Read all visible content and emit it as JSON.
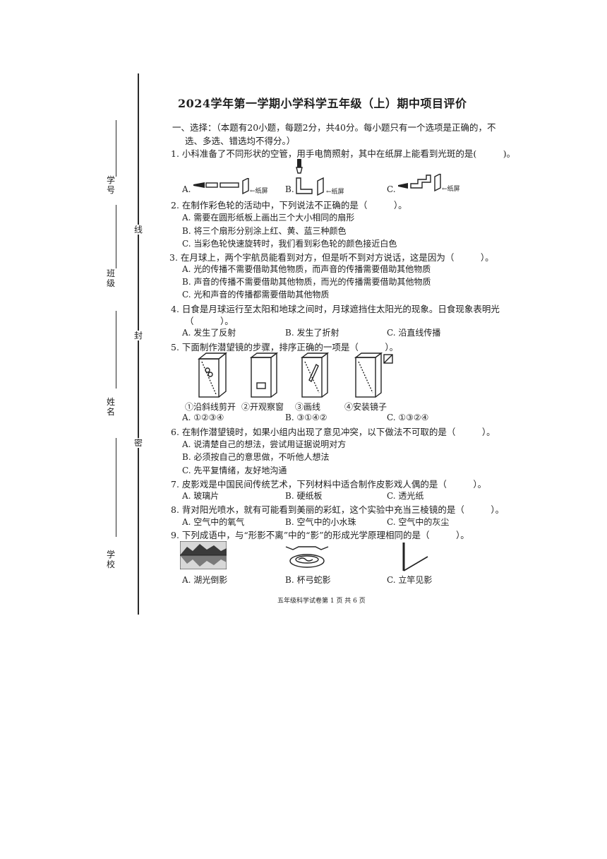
{
  "header": {
    "title": "2024学年第一学期小学科学五年级（上）期中项目评价"
  },
  "binding": {
    "fields": [
      "学号",
      "班级",
      "姓名",
      "学校"
    ],
    "seal_marks": [
      "线",
      "封",
      "密"
    ]
  },
  "section": {
    "line1": "一、选择：（本题有20小题，每题2分，共40分。每小题只有一个选项是正确的，不",
    "line2": "选、多选、错选均不得分。）"
  },
  "q1": {
    "text": "1. 小科准备了不同形状的空管，用手电筒照射，其中在纸屏上能看到光斑的是(　　　)。",
    "a": "A.",
    "b": "B.",
    "c": "C.",
    "screen": "←纸屏"
  },
  "q2": {
    "text": "2. 在制作彩色轮的活动中，下列说法不正确的是（　　　）。",
    "a": "A. 需要在圆形纸板上画出三个大小相同的扇形",
    "b": "B. 将三个扇形分别涂上红、黄、蓝三种颜色",
    "c": "C. 当彩色轮快速旋转时，我们看到彩色轮的颜色接近白色"
  },
  "q3": {
    "text": "3. 在月球上，两个宇航员能看到对方，但是听不到对方说话，这是因为（　　　）。",
    "a": "A. 光的传播不需要借助其他物质，而声音的传播需要借助其他物质",
    "b": "B. 声音的传播不需要借助其他物质，而光的传播需要借助其他物质",
    "c": "C. 光和声音的传播都需要借助其他物质"
  },
  "q4": {
    "text": "4. 日食是月球运行至太阳和地球之间时，月球遮挡住太阳光的现象。日食现象表明光",
    "text2": "（　　　）。",
    "a": "A. 发生了反射",
    "b": "B. 发生了折射",
    "c": "C. 沿直线传播"
  },
  "q5": {
    "text": "5. 下面制作潜望镜的步骤，排序正确的一项是（　　　）。",
    "captions": [
      "①沿斜线剪开",
      "②开观察窗",
      "③画线",
      "④安装镜子"
    ],
    "a": "A. ①②③④",
    "b": "B. ③①④②",
    "c": "C. ①③②④"
  },
  "q6": {
    "text": "6. 在制作潜望镜时，如果小组内出现了意见冲突，以下做法不可取的是（　　　）。",
    "a": "A. 说清楚自己的想法，尝试用证据说明对方",
    "b": "B. 必须按自己的意思做，不听他人想法",
    "c": "C. 先平复情绪，友好地沟通"
  },
  "q7": {
    "text": "7. 皮影戏是中国民间传统艺术，下列材料中适合制作皮影戏人偶的是（　　　）。",
    "a": "A. 玻璃片",
    "b": "B. 硬纸板",
    "c": "C. 透光纸"
  },
  "q8": {
    "text": "8. 背对阳光喷水，就有可能看到美丽的彩虹，这个实验中充当三棱镜的是（　　　）。",
    "a": "A. 空气中的氧气",
    "b": "B. 空气中的小水珠",
    "c": "C. 空气中的灰尘"
  },
  "q9": {
    "text": "9. 下列成语中，与“形影不离”中的“影”的形成光学原理相同的是（　　　）。",
    "a": "A. 湖光倒影",
    "b": "B. 杯弓蛇影",
    "c": "C. 立竿见影"
  },
  "footer": {
    "page": "五年级科学试卷第 1 页  共 6 页"
  }
}
